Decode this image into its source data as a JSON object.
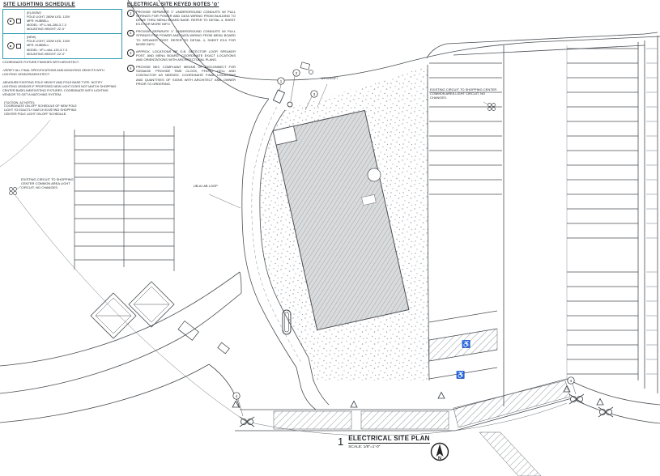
{
  "schedule": {
    "title": "SITE LIGHTING SCHEDULE",
    "rows": [
      {
        "symbol": "existing-pole-light-symbol",
        "text": "(E)-B/2W2\nPOLE LIGHT, 280W LED, 120V\nMFR: HUBBELL\nMODEL: VP-L-WL-280-3-7-3\nMOUNTING HEIGHT: 22'-0\""
      },
      {
        "symbol": "new-pole-light-symbol",
        "text": "(NEW)\nPOLE LIGHT, 120W LED, 120V\nMFR: HUBBELL\nMODEL: VP-L-6AL-120-3-7-3\nMOUNTING HEIGHT: 22'-0\""
      }
    ],
    "general_notes": "COORDINATE FIXTURE FINISHES WITH ARCHITECT.\n\n-VERIFY ALL FINAL SPECIFICATIONS AND MOUNTING HEIGHTS WITH LIGHTING VENDOR/ARCHITECT.\n\n-MEASURE EXISTING POLE HEIGHT AND POLE BASE TYPE. NOTIFY LIGHTING VENDOR IF PROPOSED NEW LIGHT DOES NOT MATCH SHOPPING CENTER BASELINE/EXISTING FIXTURES. COORDINATE WITH LIGHTING VENDOR TO GET A MATCHING SYSTEM.",
    "tucson_note": "(TUCSON, AZ NOTE):\nCOORDINATE ON-OFF SCHEDULE OF NEW POLE LIGHT TO EXACTLY MATCH EXISTING SHOPPING CENTER POLE LIGHT ON-OFF SCHEDULE."
  },
  "keyed": {
    "title": "ELECTRICAL SITE KEYED NOTES '⊙'",
    "notes": [
      {
        "num": "1",
        "text": "PROVIDE SEPARATE 1\" UNDERGROUND CONDUITS W/ PULL STRINGS FOR POWER AND DATA WIRING FROM BUILDING TO DRIVE THRU MENU BOARD BASE. REFER TO DETAIL 4, SHEET E3.0 FOR MORE INFO."
      },
      {
        "num": "2",
        "text": "PROVIDE SEPARATE 1\" UNDERGROUND CONDUITS W/ PULL STRINGS FOR POWER AND DATA WIRING FROM MENU BOARD TO SPEAKER POST. REFER TO DETAIL 4, SHEET E3.0 FOR MORE INFO."
      },
      {
        "num": "3",
        "text": "APPROX. LOCATIONS OF O.B. DETECTOR LOOP, SPEAKER POST, AND MENU BOARD. COORDINATE EXACT LOCATIONS AND ORIENTATIONS WITH ARCHITECTURAL PLANS."
      },
      {
        "num": "4",
        "text": "PROVIDE NEC COMPLIANT MEANS OF DISCONNECT FOR SIGNAGE. PROVIDE TIME CLOCK, PHOTO CELL AND CONTACTOR AS NEEDED. COORDINATE FINAL LOCATIONS AND QUANTITIES OF SIGNS WITH ARCHITECT AND OWNER PRIOR TO ORDERING."
      }
    ]
  },
  "callouts": {
    "existing_right": "EXISTING CIRCUIT TO SHOPPING CENTER COMMON AREA LIGHT CIRCUIT, NO CHANGES.",
    "existing_left": "EXISTING CIRCUIT TO SHOPPING CENTER COMMON AREA LIGHT CIRCUIT, NO CHANGES.",
    "loop": "UB-#1 AB LOOP",
    "wp": "WP/WS/GFI"
  },
  "titleblock": {
    "number": "1",
    "title": "ELECTRICAL SITE PLAN",
    "scale": "SCALE: 1/8\"=1'-0\"",
    "north": "N"
  },
  "icons": {
    "accessible": "♿"
  },
  "colors": {
    "schedule_border": "#2e9bb0",
    "linework": "#4a4f54",
    "building_fill": "#d9dbdc"
  }
}
